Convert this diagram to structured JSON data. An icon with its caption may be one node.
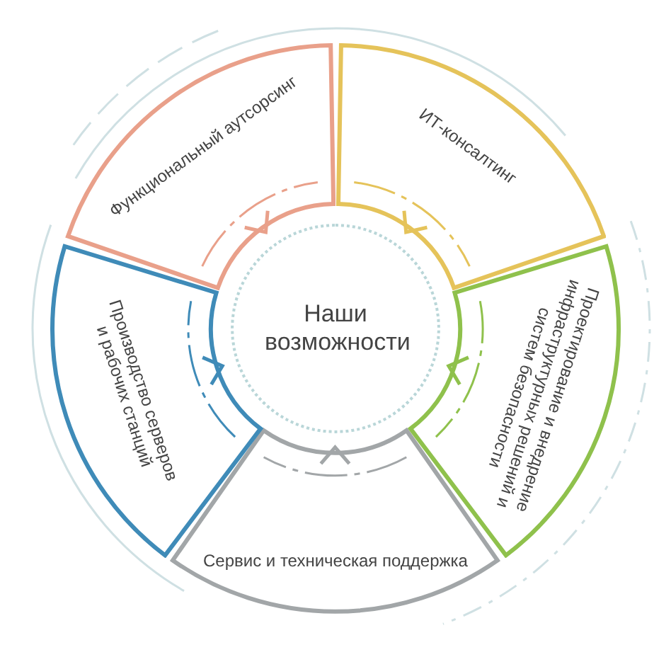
{
  "diagram": {
    "nodes": [
      {
        "text": [
          "Наши возможности"
        ]
      },
      {
        "text": [
          "Функциональный аутсорсинг"
        ]
      },
      {
        "text": [
          "ИТ-консалтинг"
        ]
      },
      {
        "text": [
          "Проектирование и внедрение инфраструктурных решений и систем безопасности"
        ]
      },
      {
        "text": [
          "Сервис и техническая поддержка"
        ]
      },
      {
        "text": [
          "Производство серверов и рабочих станций"
        ]
      }
    ]
  }
}
